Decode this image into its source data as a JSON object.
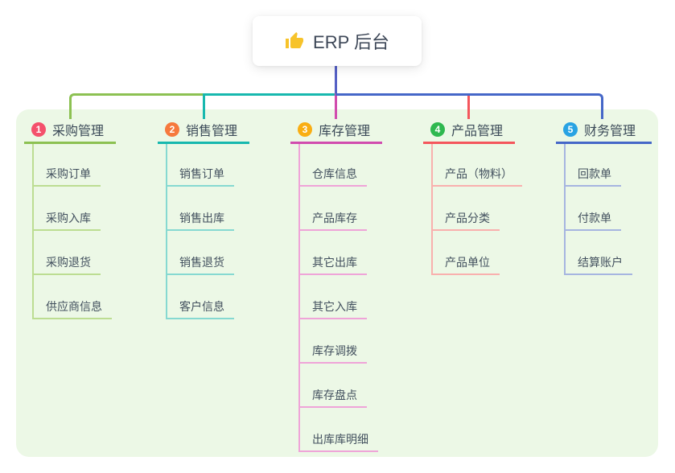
{
  "root": {
    "label": "ERP 后台"
  },
  "panel_color": "#ecf8e6",
  "root_connector_color": "#5560c5",
  "thumb_color": "#f7c32a",
  "branches": [
    {
      "number": "1",
      "label": "采购管理",
      "badge_color": "#f4516c",
      "line_color": "#8cc152",
      "child_line_color": "#bcdd92",
      "children": [
        "采购订单",
        "采购入库",
        "采购退货",
        "供应商信息"
      ]
    },
    {
      "number": "2",
      "label": "销售管理",
      "badge_color": "#f6793d",
      "line_color": "#17b8ae",
      "child_line_color": "#86d9d1",
      "children": [
        "销售订单",
        "销售出库",
        "销售退货",
        "客户信息"
      ]
    },
    {
      "number": "3",
      "label": "库存管理",
      "badge_color": "#f9ae13",
      "line_color": "#d14cae",
      "child_line_color": "#efa4d8",
      "children": [
        "仓库信息",
        "产品库存",
        "其它出库",
        "其它入库",
        "库存调拨",
        "库存盘点",
        "出库库明细"
      ]
    },
    {
      "number": "4",
      "label": "产品管理",
      "badge_color": "#2fb84f",
      "line_color": "#f4565c",
      "child_line_color": "#f9b0ae",
      "children": [
        "产品（物料）",
        "产品分类",
        "产品单位"
      ]
    },
    {
      "number": "5",
      "label": "财务管理",
      "badge_color": "#29a3e3",
      "line_color": "#4567c8",
      "child_line_color": "#a6b5e0",
      "children": [
        "回款单",
        "付款单",
        "结算账户"
      ]
    }
  ]
}
